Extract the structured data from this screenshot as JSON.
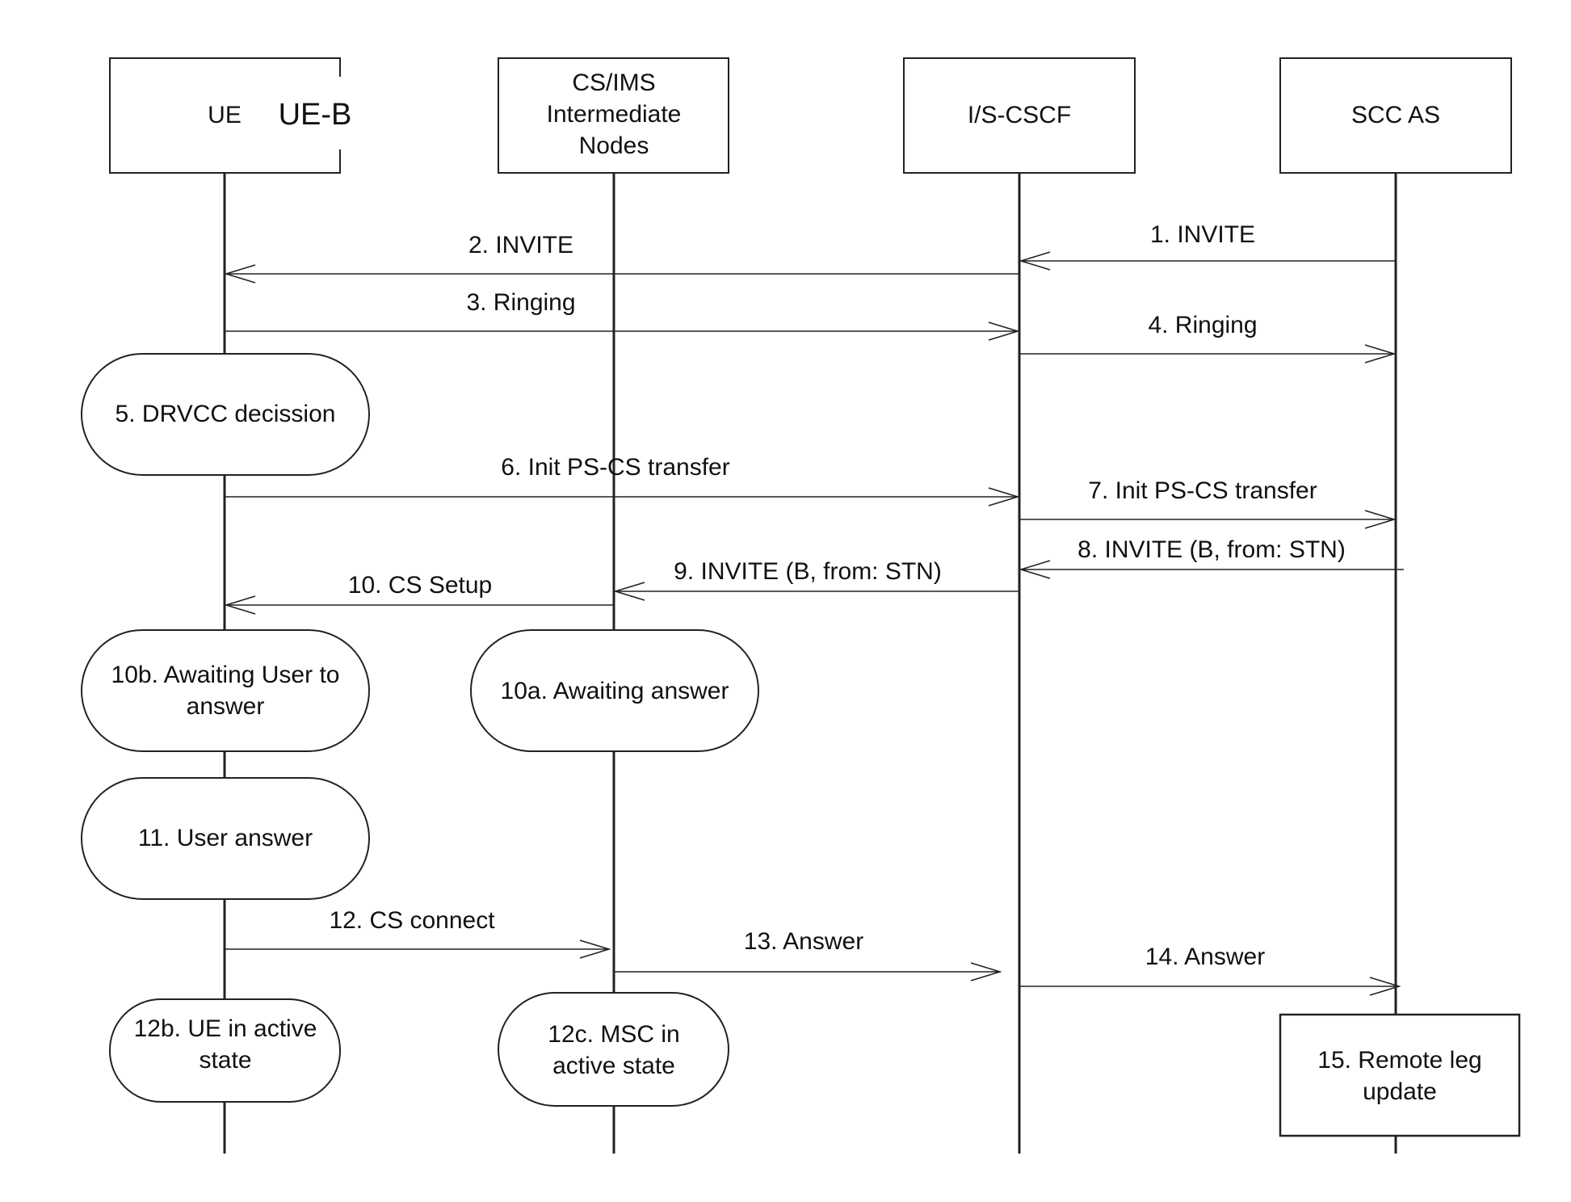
{
  "participants": [
    {
      "id": "ue",
      "label_lines": [
        "UE"
      ],
      "extra_label": "UE-B"
    },
    {
      "id": "nodes",
      "label_lines": [
        "CS/IMS",
        "Intermediate",
        "Nodes"
      ]
    },
    {
      "id": "cscf",
      "label_lines": [
        "I/S-CSCF"
      ]
    },
    {
      "id": "scc",
      "label_lines": [
        "SCC AS"
      ]
    }
  ],
  "messages": [
    {
      "id": "m1",
      "label": "1. INVITE",
      "from": "scc",
      "to": "cscf"
    },
    {
      "id": "m2",
      "label": "2. INVITE",
      "from": "cscf",
      "to": "ue"
    },
    {
      "id": "m3",
      "label": "3. Ringing",
      "from": "ue",
      "to": "cscf"
    },
    {
      "id": "m4",
      "label": "4. Ringing",
      "from": "cscf",
      "to": "scc"
    },
    {
      "id": "m6",
      "label": "6. Init PS-CS transfer",
      "from": "ue",
      "to": "cscf"
    },
    {
      "id": "m7",
      "label": "7. Init PS-CS transfer",
      "from": "cscf",
      "to": "scc"
    },
    {
      "id": "m8",
      "label": "8. INVITE (B, from: STN)",
      "from": "scc",
      "to": "cscf"
    },
    {
      "id": "m9",
      "label": "9. INVITE (B, from: STN)",
      "from": "cscf",
      "to": "nodes"
    },
    {
      "id": "m10",
      "label": "10. CS Setup",
      "from": "nodes",
      "to": "ue"
    },
    {
      "id": "m12",
      "label": "12. CS connect",
      "from": "ue",
      "to": "nodes"
    },
    {
      "id": "m13",
      "label": "13. Answer",
      "from": "nodes",
      "to": "cscf"
    },
    {
      "id": "m14",
      "label": "14. Answer",
      "from": "cscf",
      "to": "scc"
    }
  ],
  "states": [
    {
      "id": "s5",
      "lines": [
        "5. DRVCC decission"
      ],
      "on": "ue",
      "shape": "rounded"
    },
    {
      "id": "s10b",
      "lines": [
        "10b. Awaiting User to",
        "answer"
      ],
      "on": "ue",
      "shape": "rounded"
    },
    {
      "id": "s10a",
      "lines": [
        "10a. Awaiting answer"
      ],
      "on": "nodes",
      "shape": "rounded"
    },
    {
      "id": "s11",
      "lines": [
        "11. User answer"
      ],
      "on": "ue",
      "shape": "rounded"
    },
    {
      "id": "s12b",
      "lines": [
        "12b. UE in active",
        "state"
      ],
      "on": "ue",
      "shape": "rounded"
    },
    {
      "id": "s12c",
      "lines": [
        "12c. MSC in",
        "active state"
      ],
      "on": "nodes",
      "shape": "rounded"
    },
    {
      "id": "s15",
      "lines": [
        "15. Remote leg",
        "update"
      ],
      "on": "scc",
      "shape": "rect"
    }
  ]
}
